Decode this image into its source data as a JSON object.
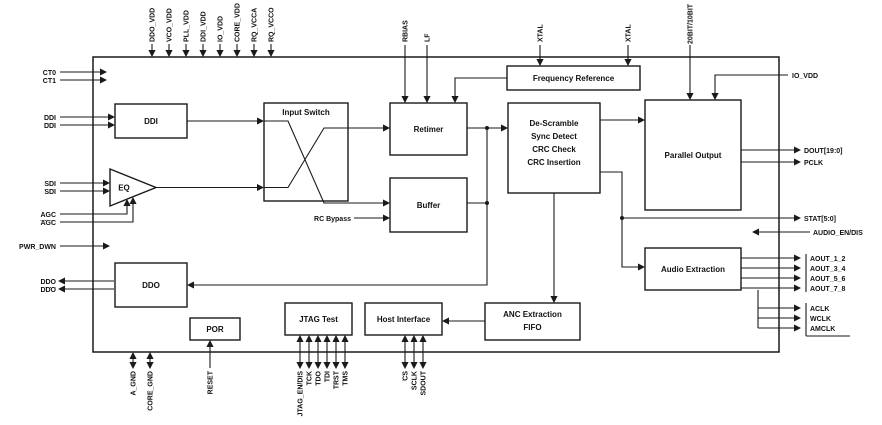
{
  "blocks": {
    "ddi": "DDI",
    "eq": "EQ",
    "input_switch": "Input Switch",
    "retimer": "Retimer",
    "buffer": "Buffer",
    "frequency_reference": "Frequency Reference",
    "descramble_l1": "De-Scramble",
    "descramble_l2": "Sync Detect",
    "descramble_l3": "CRC Check",
    "descramble_l4": "CRC Insertion",
    "parallel_output": "Parallel Output",
    "audio_extraction": "Audio Extraction",
    "ddo": "DDO",
    "por": "POR",
    "jtag_test": "JTAG Test",
    "host_interface": "Host Interface",
    "anc_l1": "ANC Extraction",
    "anc_l2": "FIFO",
    "rc_bypass": "RC Bypass"
  },
  "pins": {
    "top_power": [
      "DDO_VDD",
      "VCO_VDD",
      "PLL_VDD",
      "DDI_VDD",
      "IO_VDD",
      "CORE_VDD",
      "RQ_VCCA",
      "RQ_VCCO"
    ],
    "rbias": "RBIAS",
    "lf": "LF",
    "xtal_1": "XTAL",
    "xtal_2": "XTAL",
    "bit_mode_1": "20BIT/",
    "bit_mode_2": "10BIT",
    "io_vdd": "IO_VDD",
    "dout": "DOUT[19:0]",
    "pclk": "PCLK",
    "stat": "STAT[5:0]",
    "audio_en_1": "AUDIO_EN/",
    "audio_en_2": "DIS",
    "aout": [
      "AOUT_1_2",
      "AOUT_3_4",
      "AOUT_5_6",
      "AOUT_7_8"
    ],
    "aclk": "ACLK",
    "wclk": "WCLK",
    "amclk": "AMCLK",
    "ct0": "CT0",
    "ct1": "CT1",
    "ddi_p": "DDI",
    "ddi_n": "DDI",
    "sdi_p": "SDI",
    "sdi_n": "SDI",
    "agc_p": "AGC",
    "agc_n": "AGC",
    "pwr_dwn": "PWR_DWN",
    "ddo_p": "DDO",
    "ddo_n": "DDO",
    "a_gnd": "A_GND",
    "core_gnd": "CORE_GND",
    "reset": "RESET",
    "jtag_en_1": "JTAG_EN/",
    "jtag_en_2": "DIS",
    "tck": "TCK",
    "tdo": "TDO",
    "tdi": "TDI",
    "trst": "TRST",
    "tms": "TMS",
    "cs": "CS",
    "sclk": "SCLK",
    "sdout": "SDOUT"
  },
  "colors": {
    "line": "#1a1a1a",
    "background": "#ffffff"
  }
}
